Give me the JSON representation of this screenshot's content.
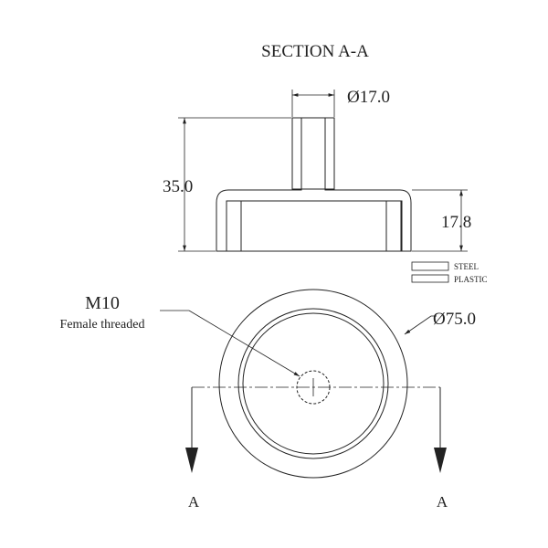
{
  "title": "SECTION A-A",
  "dimensions": {
    "stem_diameter": "Ø17.0",
    "total_height": "35.0",
    "body_height": "17.8",
    "outer_diameter": "Ø75.0"
  },
  "thread": {
    "size": "M10",
    "description": "Female threaded"
  },
  "legend": [
    {
      "label": "STEEL",
      "pattern": "hatch"
    },
    {
      "label": "PLASTIC",
      "pattern": "dots"
    }
  ],
  "section_markers": {
    "left": "A",
    "right": "A"
  },
  "colors": {
    "line": "#222222",
    "background": "#ffffff"
  }
}
